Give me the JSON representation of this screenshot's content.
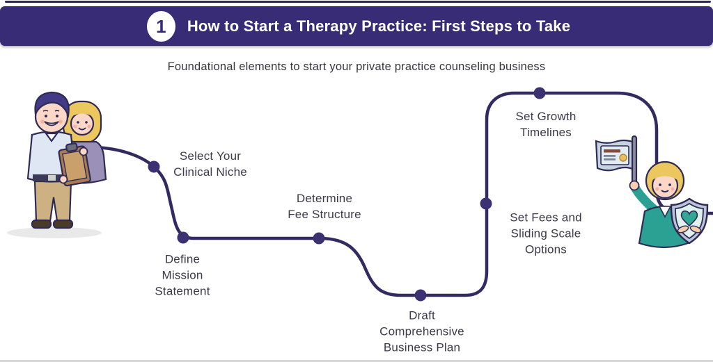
{
  "banner": {
    "step_number": "1",
    "title": "How to Start a Therapy Practice: First Steps to Take"
  },
  "subtitle": "Foundational elements to start your private practice counseling business",
  "colors": {
    "banner_background": "#392c77",
    "banner_text": "#ffffff",
    "path_line": "#322a60",
    "milestone_dot": "#3b3173",
    "label_text": "#3b3a49"
  },
  "milestones": [
    {
      "id": "select-clinical-niche",
      "label": "Select Your\nClinical Niche"
    },
    {
      "id": "define-mission-statement",
      "label": "Define\nMission\nStatement"
    },
    {
      "id": "determine-fee-structure",
      "label": "Determine\nFee Structure"
    },
    {
      "id": "draft-business-plan",
      "label": "Draft\nComprehensive\nBusiness Plan"
    },
    {
      "id": "set-fees-sliding-scale",
      "label": "Set Fees and\nSliding Scale\nOptions"
    },
    {
      "id": "set-growth-timelines",
      "label": "Set Growth\nTimelines"
    }
  ],
  "illustrations": {
    "left": "two-counselors-with-clipboard",
    "right": "therapist-with-certificate-flag-and-heart-shield"
  }
}
